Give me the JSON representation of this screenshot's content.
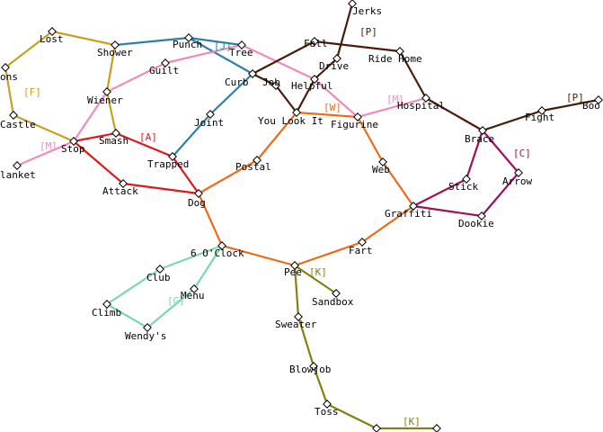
{
  "colors": {
    "gold": "#c8a020",
    "blue": "#2e7fa8",
    "pink": "#f08abc",
    "red": "#e01818",
    "brown": "#4a1c08",
    "orange": "#ef6a18",
    "purple": "#a0105a",
    "teal": "#78d8b0",
    "olive": "#848010",
    "darkbrown": "#4a1c08"
  },
  "lines": [
    {
      "tag": "[F]",
      "color": "gold",
      "stations": [
        "Lost",
        "Shower",
        "Wiener",
        "Smash"
      ]
    },
    {
      "tag": "[F]",
      "color": "gold",
      "stations": [
        "Lost",
        "ons",
        "Castle",
        "Stop"
      ]
    },
    {
      "tag": "[J]",
      "color": "blue",
      "stations": [
        "Shower",
        "Punch",
        "Curb",
        "Joint",
        "Trapped"
      ]
    },
    {
      "tag": "[J]",
      "color": "blue",
      "stations": [
        "Punch",
        "Tree"
      ]
    },
    {
      "tag": "[M]",
      "color": "pink",
      "stations": [
        "Stop",
        "Wiener",
        "Guilt",
        "Tree",
        "Helpful",
        "Figurine",
        "Hospital"
      ]
    },
    {
      "tag": "[M]",
      "color": "pink",
      "stations": [
        "Stop",
        "lanket"
      ]
    },
    {
      "tag": "[A]",
      "color": "red",
      "stations": [
        "Stop",
        "Smash",
        "Trapped",
        "Dog",
        "Attack",
        "Stop"
      ]
    },
    {
      "tag": "[P]",
      "color": "brown",
      "stations": [
        "Curb",
        "Fall",
        "Ride Home",
        "Hospital",
        "Brace",
        "Fight",
        "Boo"
      ]
    },
    {
      "tag": "[P]",
      "color": "brown",
      "stations": [
        "Jerks",
        "Drive",
        "Helpful",
        "You Look It",
        "Job",
        "Curb"
      ]
    },
    {
      "tag": "[W]",
      "color": "orange",
      "stations": [
        "Dog",
        "Postal",
        "You Look It",
        "Figurine",
        "Web",
        "Graffiti",
        "Fart",
        "Pee",
        "6 O'Clock",
        "Dog"
      ]
    },
    {
      "tag": "[C]",
      "color": "purple",
      "stations": [
        "Brace",
        "Stick",
        "Graffiti",
        "Dookie",
        "Arrow",
        "Brace"
      ]
    },
    {
      "tag": "[G]",
      "color": "teal",
      "stations": [
        "6 O'Clock",
        "Club",
        "Climb",
        "Wendy's",
        "Menu",
        "6 O'Clock"
      ]
    },
    {
      "tag": "[K]",
      "color": "olive",
      "stations": [
        "Pee",
        "Sandbox"
      ]
    },
    {
      "tag": "[K]",
      "color": "olive",
      "stations": [
        "Pee",
        "Sweater",
        "Blowjob",
        "Toss",
        "End1",
        "End2"
      ]
    }
  ],
  "stations": [
    {
      "id": "Jerks",
      "label": "Jerks"
    },
    {
      "id": "Lost",
      "label": "Lost"
    },
    {
      "id": "Fall",
      "label": "Fall"
    },
    {
      "id": "Shower",
      "label": "Shower"
    },
    {
      "id": "Punch",
      "label": "Punch"
    },
    {
      "id": "Tree",
      "label": "Tree"
    },
    {
      "id": "Ride Home",
      "label": "Ride Home"
    },
    {
      "id": "ons",
      "label": "ons"
    },
    {
      "id": "Drive",
      "label": "Drive"
    },
    {
      "id": "Guilt",
      "label": "Guilt"
    },
    {
      "id": "Curb",
      "label": "Curb"
    },
    {
      "id": "Job",
      "label": "Job"
    },
    {
      "id": "Helpful",
      "label": "Helpful"
    },
    {
      "id": "Wiener",
      "label": "Wiener"
    },
    {
      "id": "Hospital",
      "label": "Hospital"
    },
    {
      "id": "Boo",
      "label": "Boo"
    },
    {
      "id": "Castle",
      "label": "Castle"
    },
    {
      "id": "You Look It",
      "label": "You Look It"
    },
    {
      "id": "Figurine",
      "label": "Figurine"
    },
    {
      "id": "Joint",
      "label": "Joint"
    },
    {
      "id": "Fight",
      "label": "Fight"
    },
    {
      "id": "Smash",
      "label": "Smash"
    },
    {
      "id": "Brace",
      "label": "Brace"
    },
    {
      "id": "Stop",
      "label": "Stop"
    },
    {
      "id": "Trapped",
      "label": "Trapped"
    },
    {
      "id": "Postal",
      "label": "Postal"
    },
    {
      "id": "Web",
      "label": "Web"
    },
    {
      "id": "lanket",
      "label": "lanket"
    },
    {
      "id": "Arrow",
      "label": "Arrow"
    },
    {
      "id": "Stick",
      "label": "Stick"
    },
    {
      "id": "Attack",
      "label": "Attack"
    },
    {
      "id": "Dog",
      "label": "Dog"
    },
    {
      "id": "Graffiti",
      "label": "Graffiti"
    },
    {
      "id": "Dookie",
      "label": "Dookie"
    },
    {
      "id": "Fart",
      "label": "Fart"
    },
    {
      "id": "6 O'Clock",
      "label": "6 O'Clock"
    },
    {
      "id": "Club",
      "label": "Club"
    },
    {
      "id": "Pee",
      "label": "Pee"
    },
    {
      "id": "Menu",
      "label": "Menu"
    },
    {
      "id": "Sandbox",
      "label": "Sandbox"
    },
    {
      "id": "Climb",
      "label": "Climb"
    },
    {
      "id": "Sweater",
      "label": "Sweater"
    },
    {
      "id": "Wendy's",
      "label": "Wendy's"
    },
    {
      "id": "Blowjob",
      "label": "Blowjob"
    },
    {
      "id": "Toss",
      "label": "Toss"
    },
    {
      "id": "End1",
      "label": ""
    },
    {
      "id": "End2",
      "label": ""
    }
  ]
}
